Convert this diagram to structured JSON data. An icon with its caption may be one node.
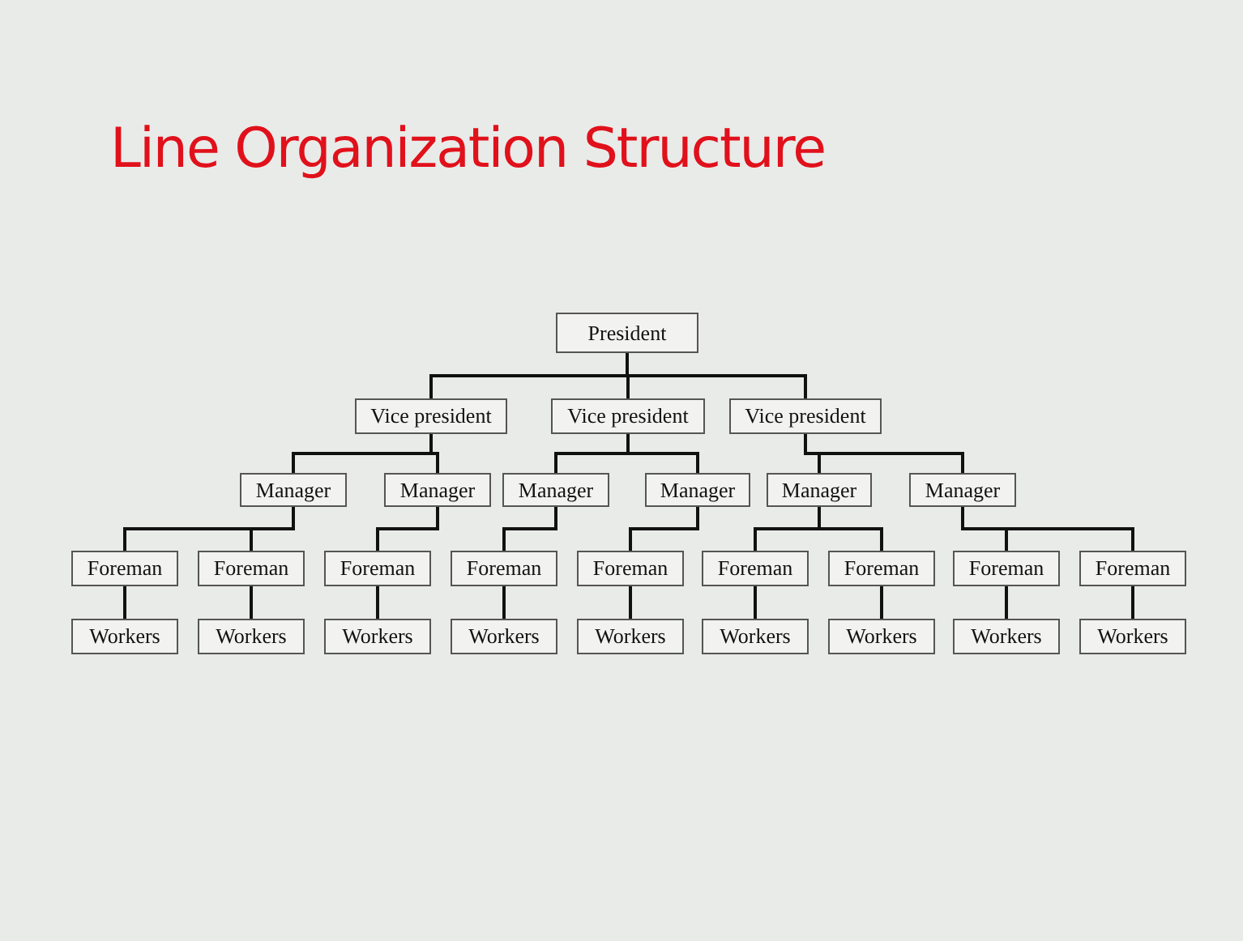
{
  "diagram": {
    "title": "Line Organization Structure",
    "nodes": [
      {
        "text": [
          "President"
        ]
      },
      {
        "text": [
          "Vice president"
        ]
      },
      {
        "text": [
          "Vice president"
        ]
      },
      {
        "text": [
          "Vice president"
        ]
      },
      {
        "text": [
          "Manager"
        ]
      },
      {
        "text": [
          "Manager"
        ]
      },
      {
        "text": [
          "Manager"
        ]
      },
      {
        "text": [
          "Manager"
        ]
      },
      {
        "text": [
          "Manager"
        ]
      },
      {
        "text": [
          "Manager"
        ]
      },
      {
        "text": [
          "Foreman"
        ]
      },
      {
        "text": [
          "Foreman"
        ]
      },
      {
        "text": [
          "Foreman"
        ]
      },
      {
        "text": [
          "Foreman"
        ]
      },
      {
        "text": [
          "Foreman"
        ]
      },
      {
        "text": [
          "Foreman"
        ]
      },
      {
        "text": [
          "Foreman"
        ]
      },
      {
        "text": [
          "Foreman"
        ]
      },
      {
        "text": [
          "Foreman"
        ]
      },
      {
        "text": [
          "Workers"
        ]
      },
      {
        "text": [
          "Workers"
        ]
      },
      {
        "text": [
          "Workers"
        ]
      },
      {
        "text": [
          "Workers"
        ]
      },
      {
        "text": [
          "Workers"
        ]
      },
      {
        "text": [
          "Workers"
        ]
      },
      {
        "text": [
          "Workers"
        ]
      },
      {
        "text": [
          "Workers"
        ]
      },
      {
        "text": [
          "Workers"
        ]
      }
    ],
    "edges": [
      {
        "from": 0,
        "to": 1,
        "arrow": "none"
      },
      {
        "from": 0,
        "to": 2,
        "arrow": "none"
      },
      {
        "from": 0,
        "to": 3,
        "arrow": "none"
      },
      {
        "from": 1,
        "to": 4,
        "arrow": "none"
      },
      {
        "from": 1,
        "to": 5,
        "arrow": "none"
      },
      {
        "from": 2,
        "to": 6,
        "arrow": "none"
      },
      {
        "from": 2,
        "to": 7,
        "arrow": "none"
      },
      {
        "from": 3,
        "to": 8,
        "arrow": "none"
      },
      {
        "from": 3,
        "to": 9,
        "arrow": "none"
      },
      {
        "from": 4,
        "to": 10,
        "arrow": "none"
      },
      {
        "from": 4,
        "to": 11,
        "arrow": "none"
      },
      {
        "from": 5,
        "to": 12,
        "arrow": "none"
      },
      {
        "from": 6,
        "to": 13,
        "arrow": "none"
      },
      {
        "from": 7,
        "to": 14,
        "arrow": "none"
      },
      {
        "from": 8,
        "to": 15,
        "arrow": "none"
      },
      {
        "from": 8,
        "to": 16,
        "arrow": "none"
      },
      {
        "from": 9,
        "to": 17,
        "arrow": "none"
      },
      {
        "from": 9,
        "to": 18,
        "arrow": "none"
      },
      {
        "from": 10,
        "to": 19,
        "arrow": "none"
      },
      {
        "from": 11,
        "to": 20,
        "arrow": "none"
      },
      {
        "from": 12,
        "to": 21,
        "arrow": "none"
      },
      {
        "from": 13,
        "to": 22,
        "arrow": "none"
      },
      {
        "from": 14,
        "to": 23,
        "arrow": "none"
      },
      {
        "from": 15,
        "to": 24,
        "arrow": "none"
      },
      {
        "from": 16,
        "to": 25,
        "arrow": "none"
      },
      {
        "from": 17,
        "to": 26,
        "arrow": "none"
      },
      {
        "from": 18,
        "to": 27,
        "arrow": "none"
      }
    ]
  }
}
